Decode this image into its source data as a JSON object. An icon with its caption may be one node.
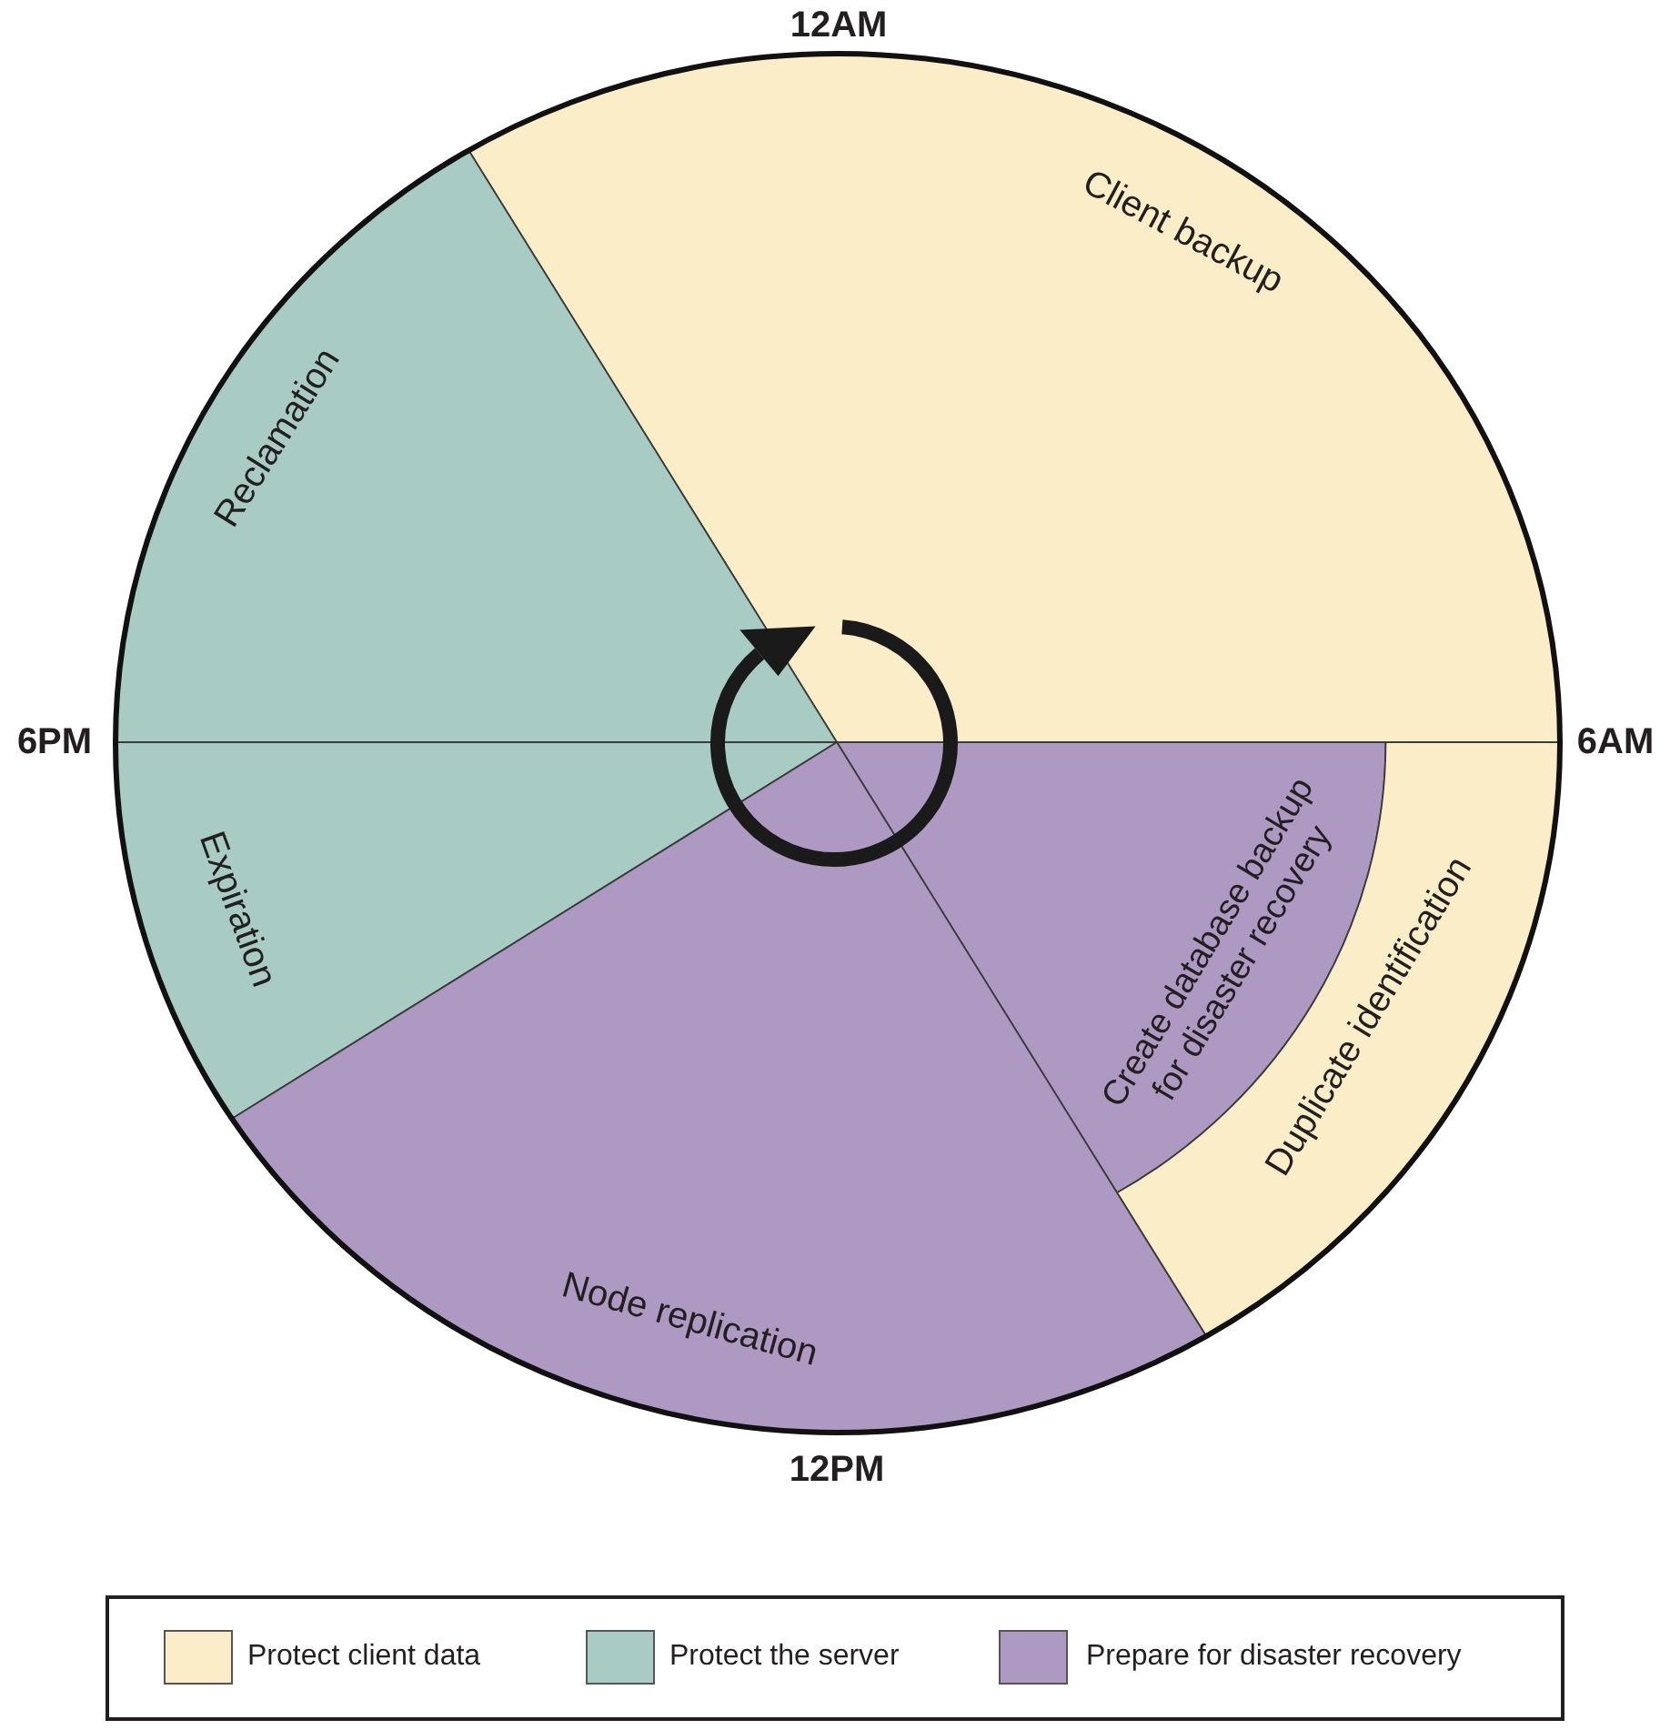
{
  "diagram": {
    "nodes": [
      {
        "text": [
          "Client backup"
        ]
      },
      {
        "text": [
          "Reclamation"
        ]
      },
      {
        "text": [
          "Expiration"
        ]
      },
      {
        "text": [
          "Create database backup for disaster recovery"
        ]
      },
      {
        "text": [
          "Duplicate identification"
        ]
      },
      {
        "text": [
          "Node replication"
        ]
      }
    ],
    "labels": [
      "12AM",
      "6PM",
      "6AM",
      "12PM"
    ],
    "legend": [
      {
        "text": "Protect client data",
        "color": "#fcedc9"
      },
      {
        "text": "Protect the server",
        "color": "#a8cbc3"
      },
      {
        "text": "Prepare for disaster recovery",
        "color": "#ae99c2"
      }
    ]
  }
}
